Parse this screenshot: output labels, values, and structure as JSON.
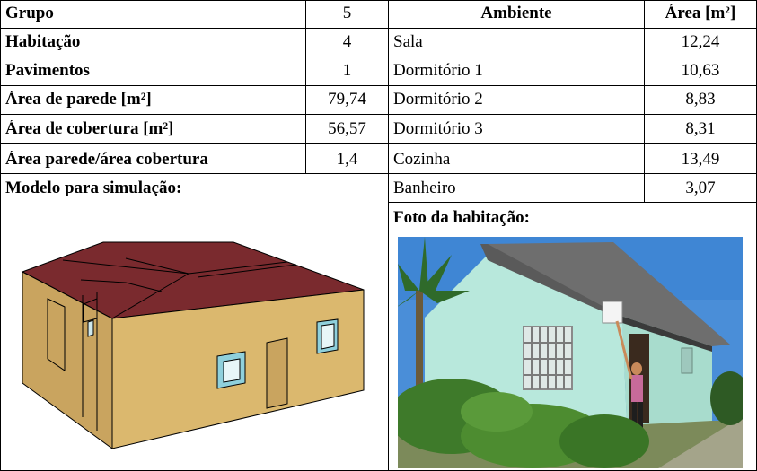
{
  "left_rows": [
    {
      "label": "Grupo",
      "value": "5"
    },
    {
      "label": "Habitação",
      "value": "4"
    },
    {
      "label": "Pavimentos",
      "value": "1"
    },
    {
      "label": "Área de parede [m²]",
      "value": "79,74"
    },
    {
      "label": "Área de cobertura [m²]",
      "value": "56,57"
    },
    {
      "label": "Área parede/área cobertura",
      "value": "1,4"
    }
  ],
  "right_header": {
    "ambiente": "Ambiente",
    "area": "Área [m²]"
  },
  "rooms": [
    {
      "name": "Sala",
      "area": "12,24"
    },
    {
      "name": "Dormitório 1",
      "area": "10,63"
    },
    {
      "name": "Dormitório 2",
      "area": "8,83"
    },
    {
      "name": "Dormitório 3",
      "area": "8,31"
    },
    {
      "name": "Cozinha",
      "area": "13,49"
    },
    {
      "name": "Banheiro",
      "area": "3,07"
    }
  ],
  "model_label": "Modelo para simulação:",
  "photo_label": "Foto da habitação:",
  "colors": {
    "roof": "#7a2a2e",
    "wall_front": "#dbb86e",
    "wall_side": "#c9a45f",
    "photo_wall": "#b8e8dc"
  }
}
